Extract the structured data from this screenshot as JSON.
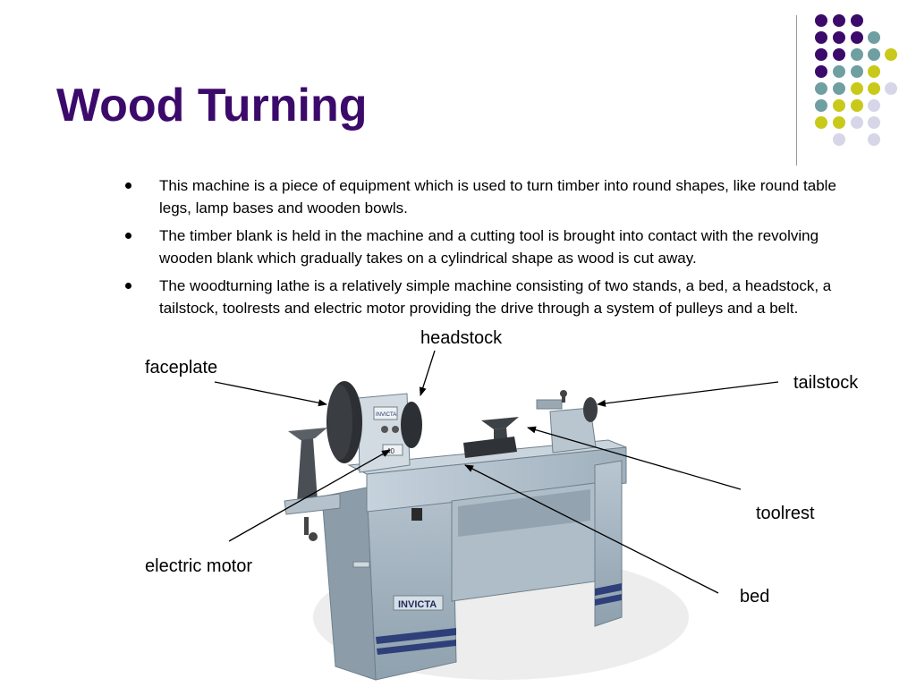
{
  "slide": {
    "title": "Wood Turning",
    "bullets": [
      "This machine is a piece of equipment which is used to turn timber into round shapes, like round table legs, lamp bases and wooden bowls.",
      "The timber blank is held in the machine and a cutting tool is brought into contact with the revolving wooden blank which gradually takes on a cylindrical shape as wood is cut away.",
      "The woodturning lathe is a relatively simple machine consisting of two stands, a bed, a headstock, a tailstock, toolrests and electric motor providing the drive through a system of pulleys and a belt."
    ]
  },
  "diagram": {
    "labels": {
      "headstock": "headstock",
      "faceplate": "faceplate",
      "tailstock": "tailstock",
      "toolrest": "toolrest",
      "electric_motor": "electric motor",
      "bed": "bed"
    },
    "machine_brand": "INVICTA",
    "headstock_badge": "INVICTA"
  },
  "colors": {
    "title": "#3b0a6b",
    "dot_purple": "#3b0a6b",
    "dot_teal": "#6f9fa1",
    "dot_yellow": "#c9c91a",
    "dot_lavender": "#d6d6e8",
    "machine_body": "#a9b8c4",
    "machine_shadow": "#7f909c"
  }
}
